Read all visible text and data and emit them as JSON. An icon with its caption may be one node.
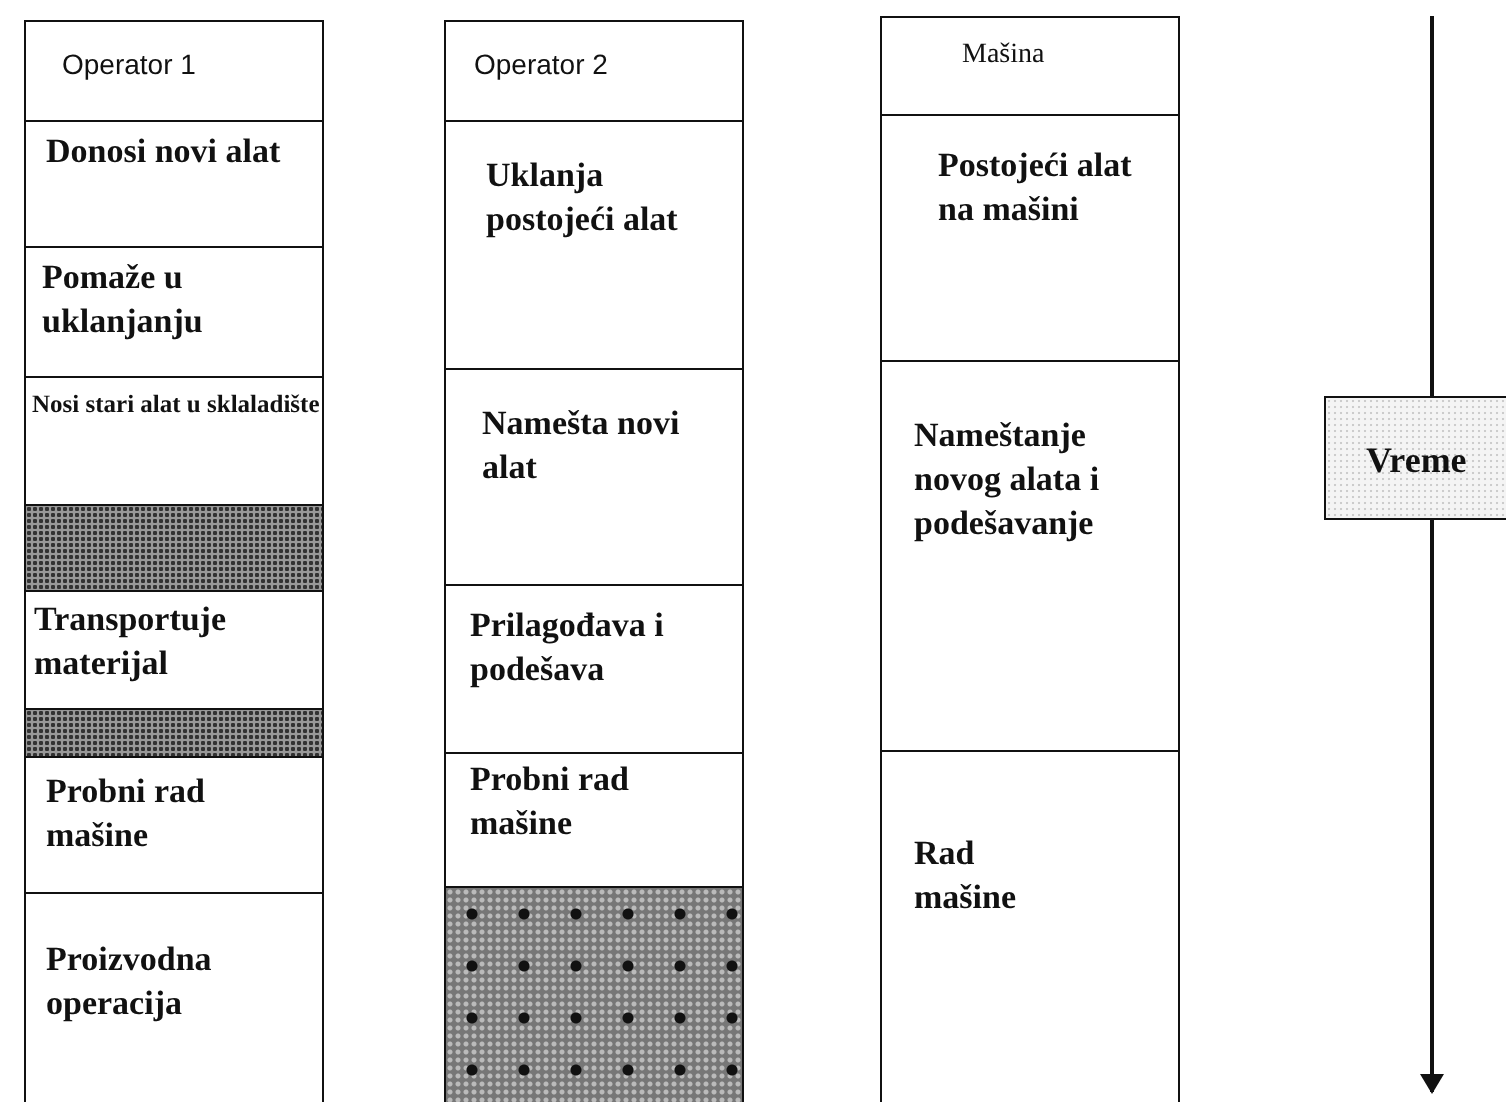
{
  "diagram": {
    "nodes": [
      {
        "text": [
          "Operator 1"
        ]
      },
      {
        "text": [
          "Donosi novi alat"
        ]
      },
      {
        "text": [
          "Pomaže u uklanjanju"
        ]
      },
      {
        "text": [
          "Nosi stari alat u sklaladište"
        ]
      },
      {
        "text": [],
        "shape": "box"
      },
      {
        "text": [
          "Transportuje materijal"
        ]
      },
      {
        "text": [],
        "shape": "box"
      },
      {
        "text": [
          "Probni rad mašine"
        ]
      },
      {
        "text": [
          "Proizvodna operacija"
        ]
      },
      {
        "text": [
          "Operator 2"
        ]
      },
      {
        "text": [
          "Uklanja postojeći alat"
        ]
      },
      {
        "text": [
          "Namešta novi alat"
        ]
      },
      {
        "text": [
          "Prilagođava i podešava"
        ]
      },
      {
        "text": [
          "Probni rad mašine"
        ]
      },
      {
        "text": [],
        "shape": "box"
      },
      {
        "text": [
          "Mašina"
        ]
      },
      {
        "text": [
          "Postojeći alat na mašini"
        ]
      },
      {
        "text": [
          "Nameštanje novog alata i podešavanje"
        ]
      },
      {
        "text": [
          "Rad mašine"
        ]
      },
      {
        "text": [
          "Vreme"
        ]
      }
    ]
  }
}
